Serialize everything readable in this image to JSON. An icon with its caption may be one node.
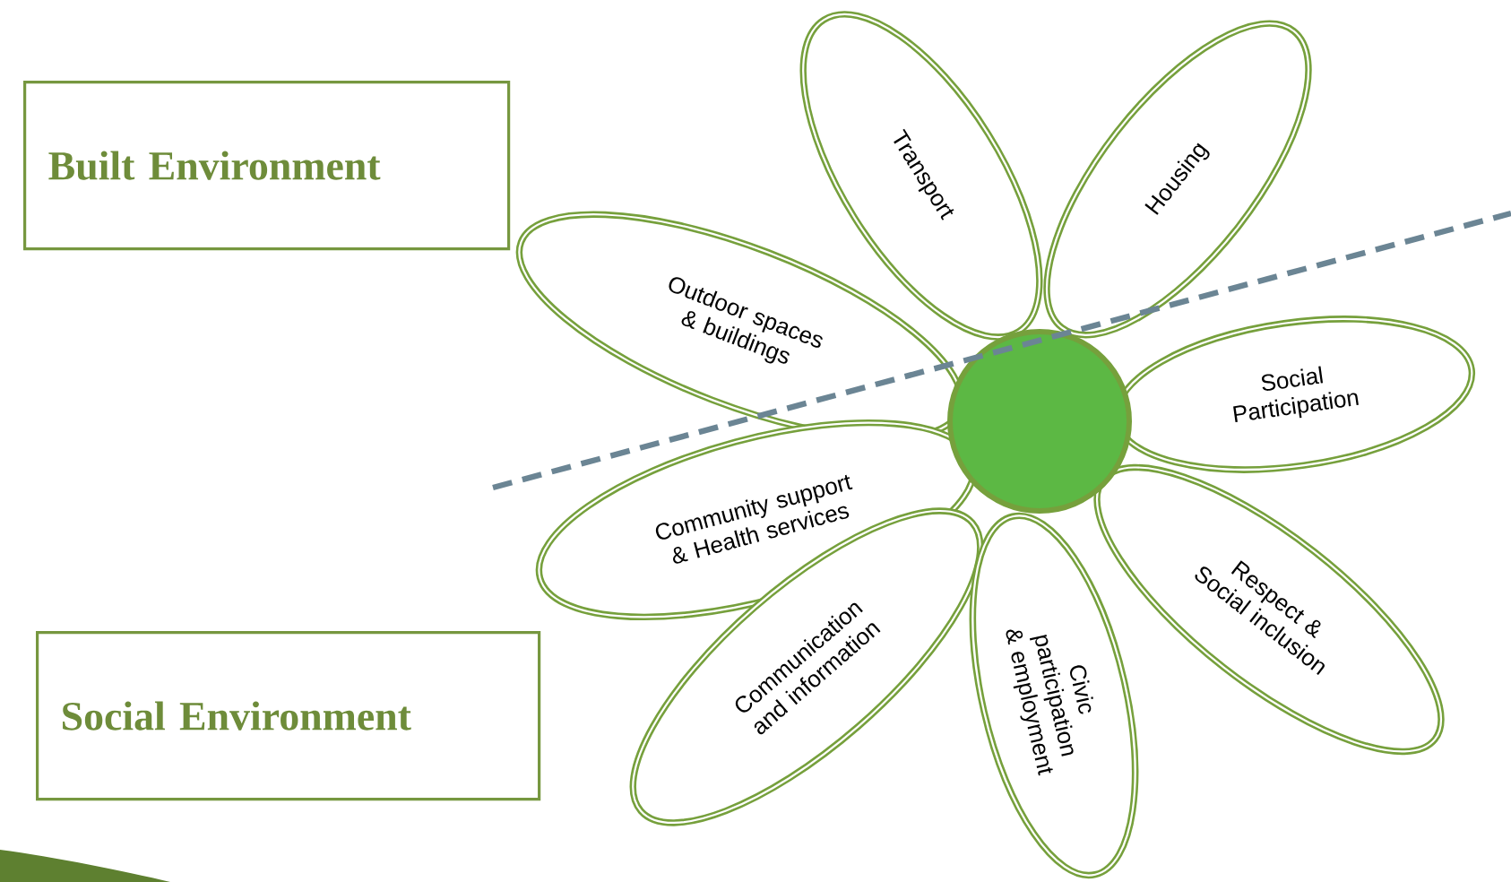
{
  "diagram": {
    "nodes": [
      {
        "text": [
          "Built Environment"
        ]
      },
      {
        "text": [
          "Social Environment"
        ]
      },
      {
        "text": [
          "Transport"
        ]
      },
      {
        "text": [
          "Housing"
        ]
      },
      {
        "text": [
          "Outdoor spaces & buildings"
        ]
      },
      {
        "text": [
          "Social Participation"
        ]
      },
      {
        "text": [],
        "shape": "circle"
      },
      {
        "text": [
          "Community support & Health services"
        ]
      },
      {
        "text": [
          "Respect & Social inclusion"
        ]
      },
      {
        "text": [
          "Communication and information"
        ]
      },
      {
        "text": [
          "Civic participation & employment"
        ]
      }
    ]
  }
}
